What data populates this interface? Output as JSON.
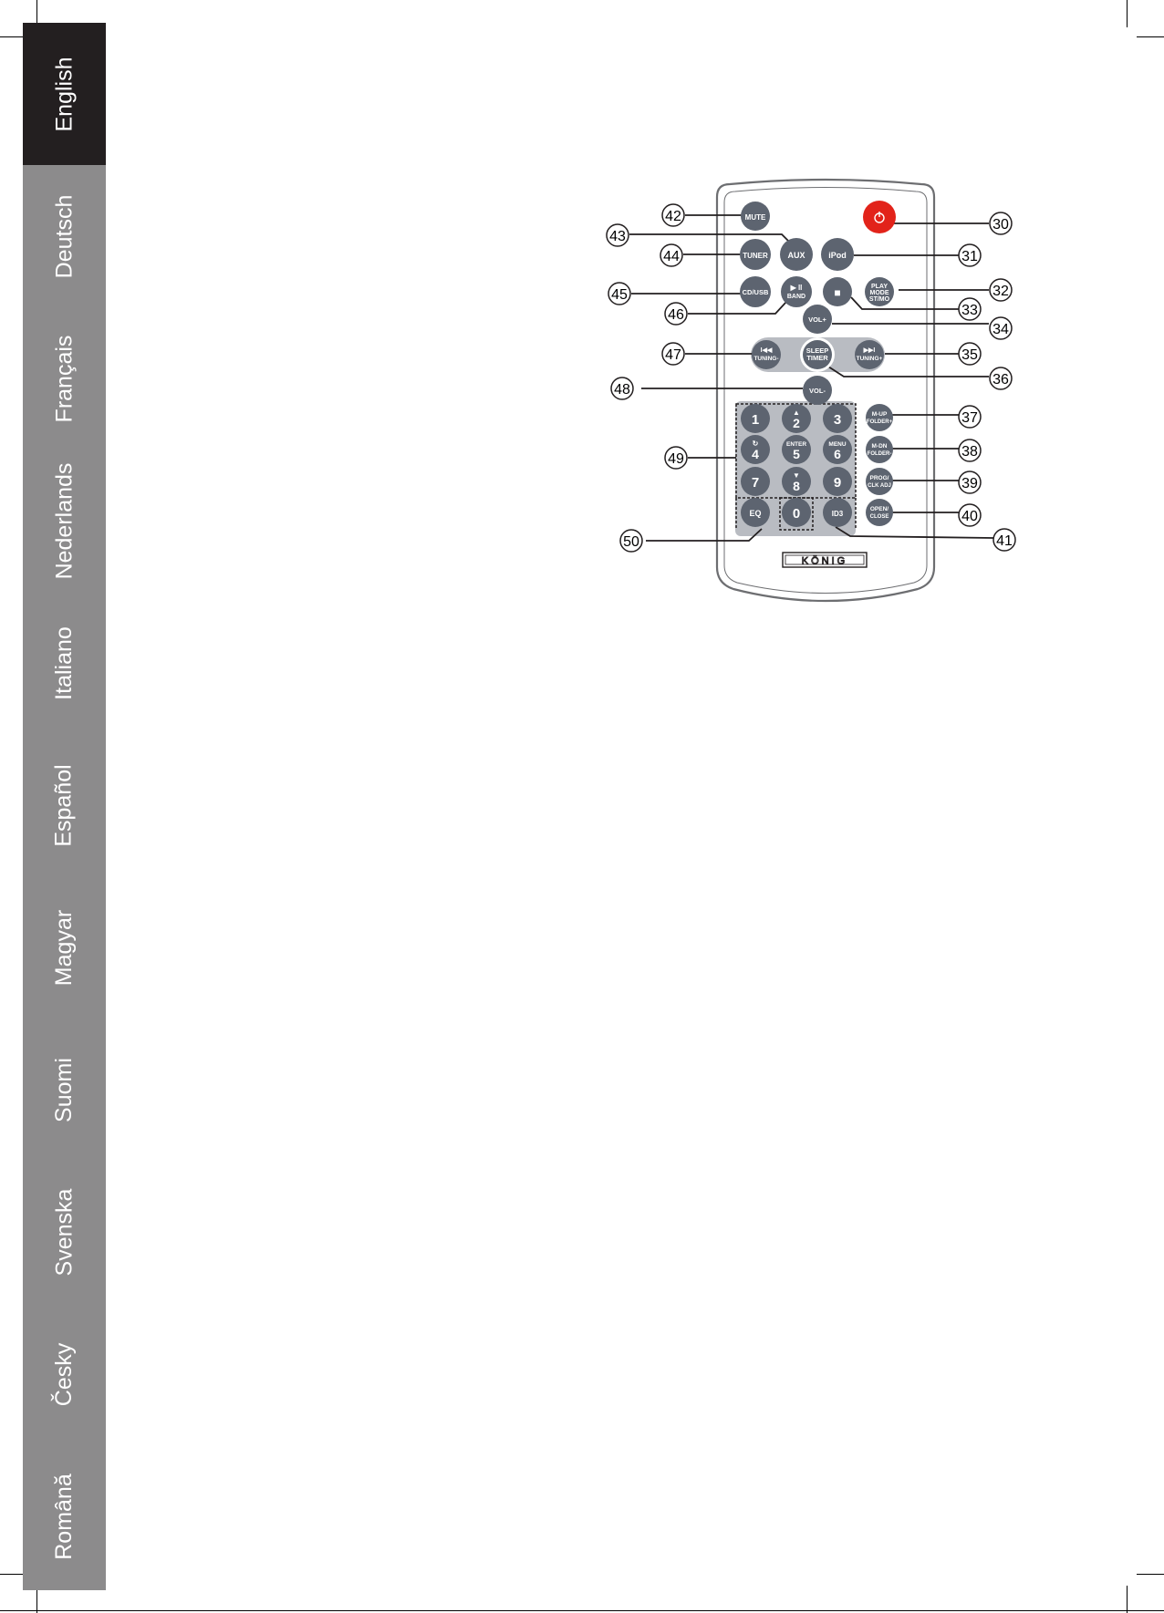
{
  "sidebar": {
    "languages": [
      "English",
      "Deutsch",
      "Français",
      "Nederlands",
      "Italiano",
      "Español",
      "Magyar",
      "Suomi",
      "Svenska",
      "Česky",
      "Română"
    ],
    "active_index": 0
  },
  "remote": {
    "brand": "KÖNIG",
    "buttons": {
      "mute": "MUTE",
      "aux": "AUX",
      "ipod": "iPod",
      "tuner": "TUNER",
      "cdusb": "CD/USB",
      "playpause_icon": "▶ ll",
      "band": "BAND",
      "stop_icon": "■",
      "playmode_1": "PLAY",
      "playmode_2": "MODE",
      "playmode_3": "ST/MO",
      "volup": "VOL+",
      "prev_icon": "I◀◀",
      "tuning_minus": "TUNING-",
      "sleep_1": "SLEEP",
      "sleep_2": "TIMER",
      "next_icon": "▶▶I",
      "tuning_plus": "TUNING+",
      "voldown": "VOL-",
      "k1": "1",
      "k2": "2",
      "k3": "3",
      "k4": "4",
      "k5": "5",
      "k6": "6",
      "k7": "7",
      "k8": "8",
      "k9": "9",
      "k0": "0",
      "enter": "ENTER",
      "menu": "MENU",
      "mfolderup_1": "M-UP",
      "mfolderup_2": "FOLDER+",
      "mfolderdn_1": "M-DN",
      "mfolderdn_2": "FOLDER-",
      "prog_1": "PROG/",
      "prog_2": "CLK ADJ",
      "open_1": "OPEN/",
      "open_2": "CLOSE",
      "eq": "EQ",
      "id3": "ID3"
    },
    "callouts": {
      "c30": "30",
      "c31": "31",
      "c32": "32",
      "c33": "33",
      "c34": "34",
      "c35": "35",
      "c36": "36",
      "c37": "37",
      "c38": "38",
      "c39": "39",
      "c40": "40",
      "c41": "41",
      "c42": "42",
      "c43": "43",
      "c44": "44",
      "c45": "45",
      "c46": "46",
      "c47": "47",
      "c48": "48",
      "c49": "49",
      "c50": "50"
    }
  },
  "colors": {
    "sidebar_bg": "#8c8b8c",
    "sidebar_active": "#231f20",
    "button_grey": "#5d6470",
    "power_red": "#e2231a",
    "panel_grey": "#b9bcc2"
  }
}
